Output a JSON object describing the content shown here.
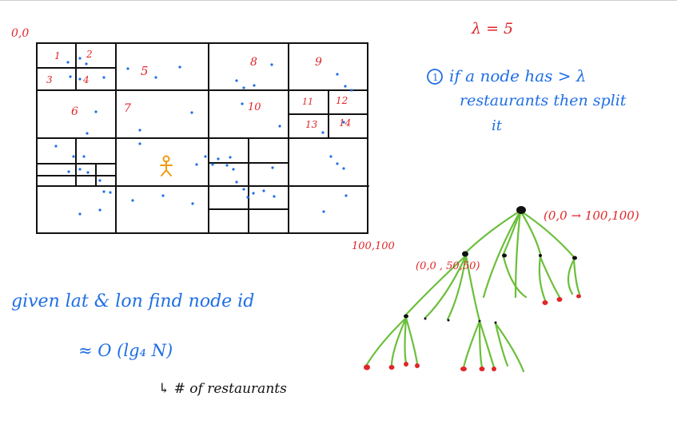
{
  "colors": {
    "ink": "#111111",
    "red": "#e0262a",
    "blue": "#1f6fe5",
    "orange": "#f29a12",
    "green": "#6bbf3a"
  },
  "grid": {
    "origin_label": "0,0",
    "end_label": "100,100",
    "cell_labels": [
      "1",
      "2",
      "3",
      "4",
      "5",
      "6",
      "7",
      "8",
      "9",
      "10",
      "11",
      "12",
      "13",
      "14"
    ]
  },
  "notes": {
    "lambda": "λ = 5",
    "rule_number": "1",
    "rule_line1": "if a node has > λ",
    "rule_line2": "restaurants then split",
    "rule_line3": "it",
    "query": "given lat & lon find node id",
    "complexity": "≈ O (lg₄ N)",
    "n_meaning": "↳ # of restaurants"
  },
  "tree": {
    "root_label": "(0,0 → 100,100)",
    "child_label": "(0,0 , 50,50)"
  },
  "icons": {
    "person": "person-icon"
  }
}
